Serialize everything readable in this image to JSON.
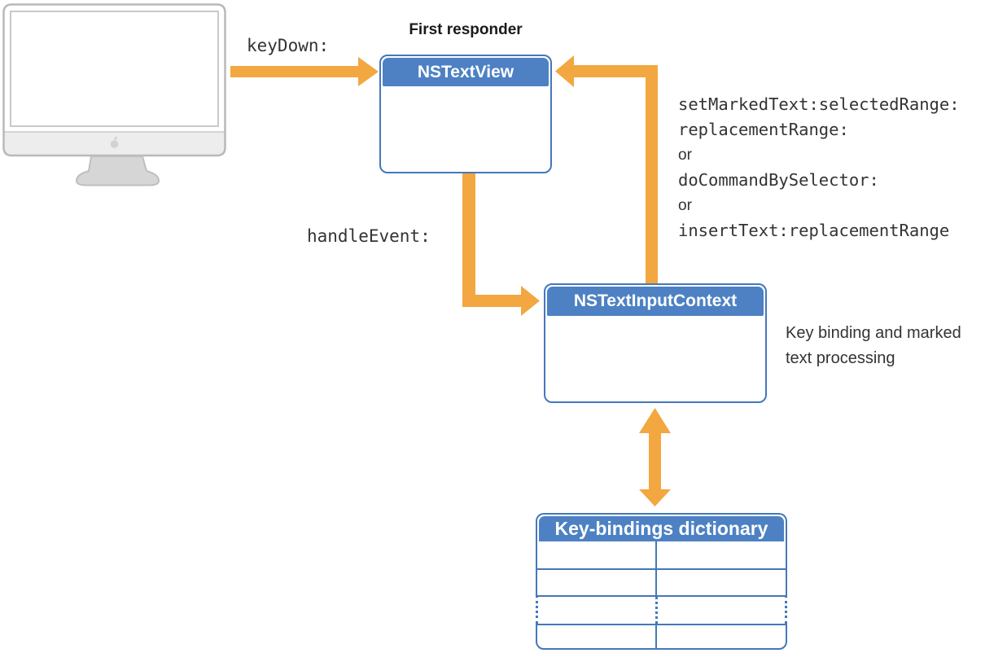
{
  "title_note": "Cocoa text input handling diagram",
  "labels": {
    "first_responder": "First responder",
    "keydown": "keyDown:",
    "handle_event": "handleEvent:",
    "context_note": "Key binding and marked text processing"
  },
  "callback_lines": [
    {
      "text": "setMarkedText:selectedRange:",
      "style": "mono"
    },
    {
      "text": "replacementRange:",
      "style": "mono"
    },
    {
      "text": "or",
      "style": "sans"
    },
    {
      "text": "doCommandBySelector:",
      "style": "mono"
    },
    {
      "text": "or",
      "style": "sans"
    },
    {
      "text": "insertText:replacementRange",
      "style": "mono"
    }
  ],
  "boxes": {
    "nstextview": {
      "title": "NSTextView"
    },
    "nstextinputcontext": {
      "title": "NSTextInputContext"
    },
    "dictionary": {
      "title": "Key-bindings dictionary",
      "columns": 2,
      "visible_rows": 4,
      "ellipsis_row": 3
    }
  },
  "icons": {
    "monitor": "mac-display-icon",
    "apple_logo": "apple-logo-icon"
  },
  "colors": {
    "box_fill_blue": "#4D81C3",
    "line_blue": "#4478BA",
    "arrow_orange": "#F3A740",
    "text_dark": "#333333",
    "monitor_gray": "#EDEDED",
    "stand_gray": "#D6D6D6"
  }
}
